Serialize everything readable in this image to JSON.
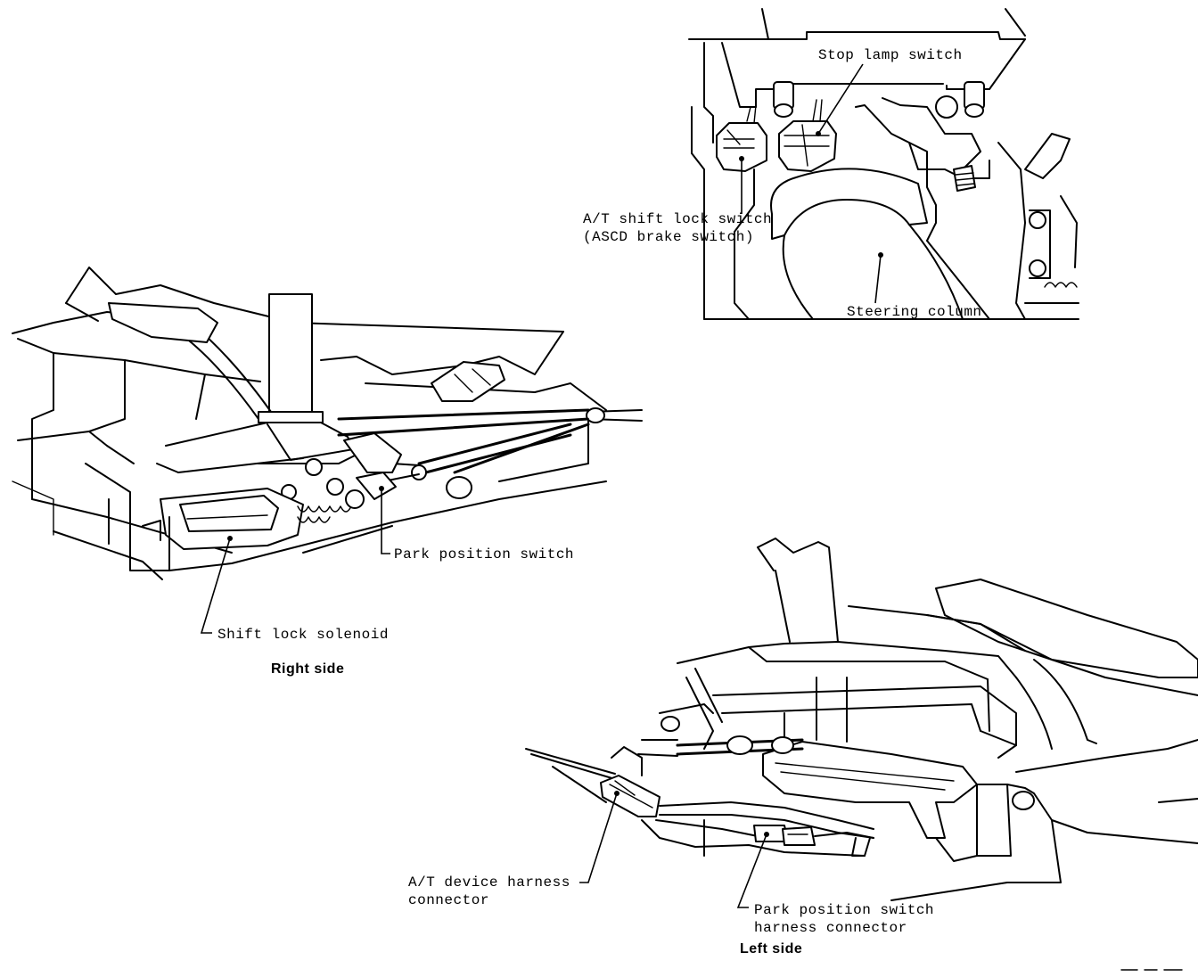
{
  "callouts": {
    "stop_lamp_switch": "Stop lamp switch",
    "at_shift_lock_switch_line1": "A/T shift lock switch",
    "at_shift_lock_switch_line2": "(ASCD brake switch)",
    "steering_column": "Steering column",
    "park_position_switch": "Park position switch",
    "shift_lock_solenoid": "Shift lock solenoid",
    "at_device_harness_connector_line1": "A/T device harness",
    "at_device_harness_connector_line2": "connector",
    "park_position_switch_harness_connector_line1": "Park position switch",
    "park_position_switch_harness_connector_line2": "harness connector"
  },
  "views": {
    "right_side_caption": "Right side",
    "left_side_caption": "Left side"
  }
}
